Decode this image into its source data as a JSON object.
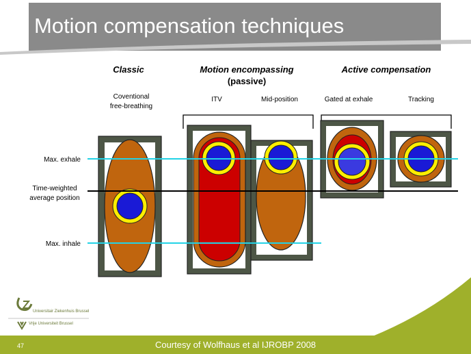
{
  "slide": {
    "title": "Motion compensation techniques",
    "slide_number": "47",
    "footer_credit": "Courtesy of Wolfhaus et al IJROBP 2008"
  },
  "categories": {
    "classic": "Classic",
    "encompassing_line1": "Motion encompassing",
    "encompassing_line2": "(passive)",
    "active": "Active compensation"
  },
  "techniques": {
    "conventional_line1": "Coventional",
    "conventional_line2": "free-breathing",
    "itv": "ITV",
    "mid_position": "Mid-position",
    "gated": "Gated at exhale",
    "tracking": "Tracking"
  },
  "reference_lines": {
    "max_exhale": "Max. exhale",
    "time_weighted_line1": "Time-weighted",
    "time_weighted_line2": "average position",
    "max_inhale": "Max. inhale"
  },
  "logos": {
    "uz_brussel": "Universitair Ziekenhuis Brussel",
    "vub": "Vrije Universiteit Brussel"
  },
  "colors": {
    "title_bar": "#8a8a8a",
    "footer_bar": "#9fb02b",
    "exhale_inhale_line": "#22d3e6",
    "average_line": "#000000",
    "margin_box": "#4d5646",
    "envelope": "#c0650e",
    "itv_volume": "#cc0000",
    "tumor": "#1a1ad6",
    "tumor_rim": "#ffee00"
  }
}
